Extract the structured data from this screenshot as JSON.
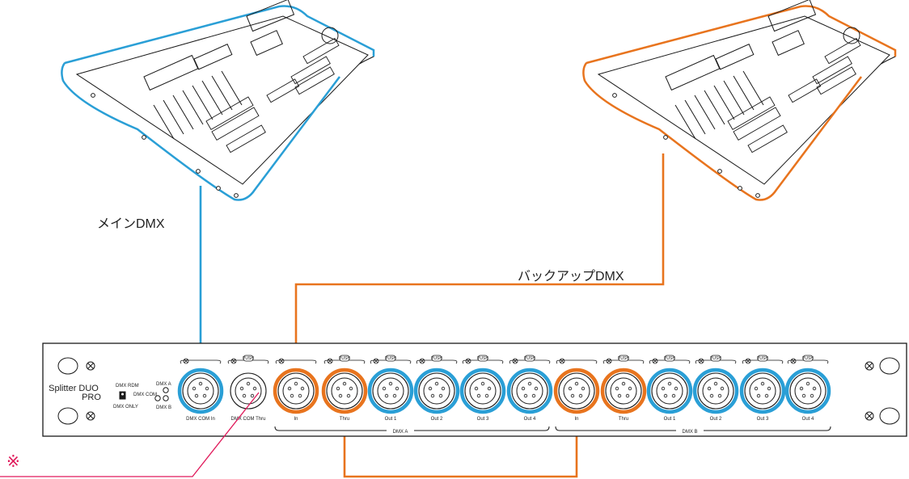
{
  "colors": {
    "main": "#2a9fd6",
    "backup": "#e8741e",
    "note": "#e0195a",
    "line": "#1a1a1a"
  },
  "labels": {
    "main_dmx": "メインDMX",
    "backup_dmx": "バックアップDMX",
    "note_mark": "※"
  },
  "unit": {
    "brand_line1": "Splitter DUO",
    "brand_line2": "PRO",
    "switch_top": "DMX RDM",
    "switch_bottom": "DMX ONLY",
    "led_a": "DMX A",
    "led_com": "DMX COM",
    "led_b": "DMX B",
    "push": "PUSH",
    "connectors": [
      {
        "label": "DMX COM In",
        "ring": "main",
        "push": false
      },
      {
        "label": "DMX COM Thru",
        "ring": "none",
        "push": true
      },
      {
        "label": "In",
        "ring": "backup",
        "push": false
      },
      {
        "label": "Thru",
        "ring": "backup",
        "push": true
      },
      {
        "label": "Out 1",
        "ring": "main",
        "push": true
      },
      {
        "label": "Out 2",
        "ring": "main",
        "push": true
      },
      {
        "label": "Out 3",
        "ring": "main",
        "push": true
      },
      {
        "label": "Out 4",
        "ring": "main",
        "push": true
      },
      {
        "label": "In",
        "ring": "backup",
        "push": false
      },
      {
        "label": "Thru",
        "ring": "backup",
        "push": true
      },
      {
        "label": "Out 1",
        "ring": "main",
        "push": true
      },
      {
        "label": "Out 2",
        "ring": "main",
        "push": true
      },
      {
        "label": "Out 3",
        "ring": "main",
        "push": true
      },
      {
        "label": "Out 4",
        "ring": "main",
        "push": true
      }
    ],
    "groups": [
      {
        "label": "DMX A"
      },
      {
        "label": "DMX B"
      }
    ]
  }
}
